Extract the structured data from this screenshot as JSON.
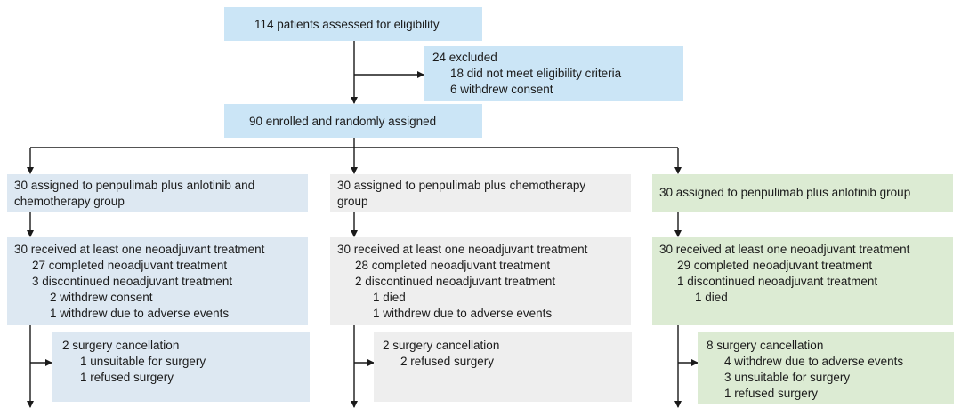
{
  "screening": {
    "text": "114 patients assessed for eligibility"
  },
  "excluded": {
    "title": "24 excluded",
    "items": [
      "18 did not meet eligibility criteria",
      "6 withdrew consent"
    ]
  },
  "enrolled": {
    "text": "90 enrolled and randomly assigned"
  },
  "arms": [
    {
      "assigned": [
        "30 assigned to penpulimab plus anlotinib and",
        "chemotherapy group"
      ],
      "treatment": {
        "received": "30 received at least one neoadjuvant treatment",
        "completed": "27 completed neoadjuvant treatment",
        "discontinued": "3 discontinued neoadjuvant treatment",
        "reasons": [
          "2 withdrew consent",
          "1 withdrew due to adverse events"
        ]
      },
      "surgery": {
        "title": "2 surgery cancellation",
        "reasons": [
          "1 unsuitable for surgery",
          "1 refused surgery"
        ]
      }
    },
    {
      "assigned": [
        "30 assigned to penpulimab plus chemotherapy",
        "group"
      ],
      "treatment": {
        "received": "30 received at least one neoadjuvant treatment",
        "completed": "28 completed neoadjuvant treatment",
        "discontinued": "2 discontinued neoadjuvant treatment",
        "reasons": [
          "1 died",
          "1 withdrew due to adverse events"
        ]
      },
      "surgery": {
        "title": "2 surgery cancellation",
        "reasons": [
          "2 refused surgery"
        ]
      }
    },
    {
      "assigned": [
        "30 assigned to penpulimab plus anlotinib group"
      ],
      "treatment": {
        "received": "30 received at least one neoadjuvant treatment",
        "completed": "29 completed neoadjuvant treatment",
        "discontinued": "1 discontinued neoadjuvant treatment",
        "reasons": [
          "1 died"
        ]
      },
      "surgery": {
        "title": "8 surgery cancellation",
        "reasons": [
          "4 withdrew due to adverse events",
          "3 unsuitable for surgery",
          "1 refused surgery"
        ]
      }
    }
  ],
  "colors": {
    "top_boxes": "#cbe5f6",
    "arm1": "#dde8f2",
    "arm2": "#eeeeee",
    "arm3": "#dcebd3",
    "connector": "#1a1a1a"
  }
}
